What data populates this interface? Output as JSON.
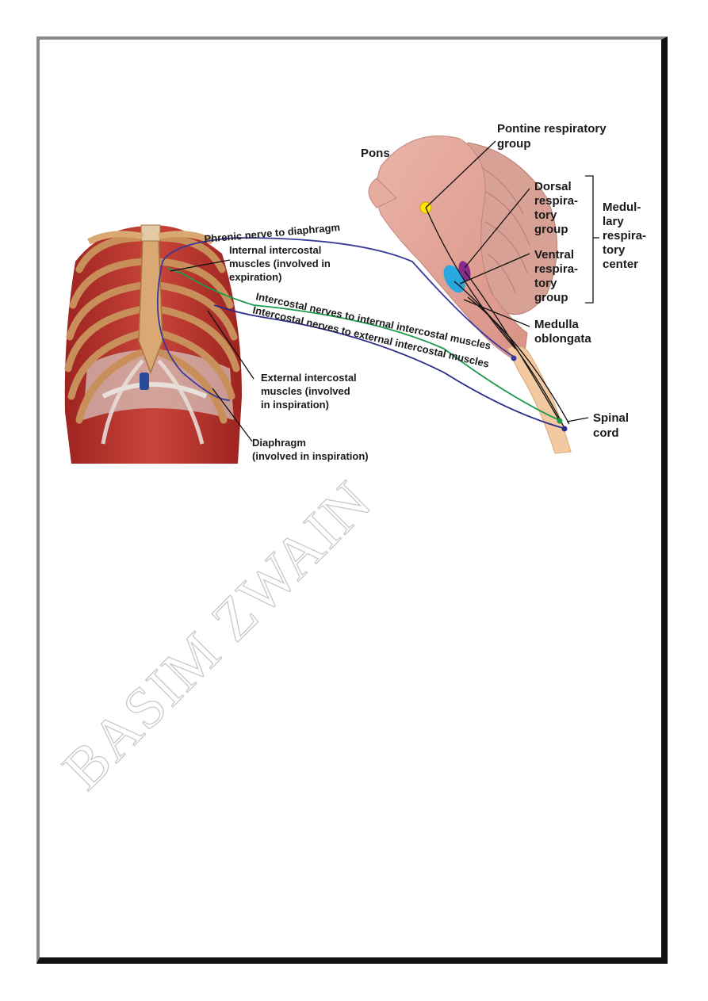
{
  "labels": {
    "pontine_1": "Pontine respiratory",
    "pontine_2": "group",
    "pons": "Pons",
    "dorsal_1": "Dorsal",
    "dorsal_2": "respira-",
    "dorsal_3": "tory",
    "dorsal_4": "group",
    "ventral_1": "Ventral",
    "ventral_2": "respira-",
    "ventral_3": "tory",
    "ventral_4": "group",
    "medullary_1": "Medul-",
    "medullary_2": "lary",
    "medullary_3": "respira-",
    "medullary_4": "tory",
    "medullary_5": "center",
    "medulla_1": "Medulla",
    "medulla_2": "oblongata",
    "spinal_1": "Spinal",
    "spinal_2": "cord",
    "phrenic": "Phrenic nerve to diaphragm",
    "internal_1": "Internal intercostal",
    "internal_2": "muscles (involved in",
    "internal_3": "expiration)",
    "nerves_internal": "Intercostal nerves to internal intercostal muscles",
    "nerves_external": "Intercostal nerves to external intercostal muscles",
    "external_1": "External intercostal",
    "external_2": "muscles (involved",
    "external_3": "in inspiration)",
    "diaphragm_1": "Diaphragm",
    "diaphragm_2": "(involved in inspiration)"
  },
  "watermark": "BASIM ZWAIN",
  "colors": {
    "brainstem": "#e8a89c",
    "spinal_cord": "#f2c9a0",
    "pontine_group": "#ffe600",
    "dorsal_group": "#8b2a8b",
    "ventral_group": "#29a8e0",
    "phrenic_nerve": "#3a3a9a",
    "internal_nerve": "#1a9a4a",
    "external_nerve": "#2a2a8a",
    "bone": "#d9a873",
    "muscle": "#b8322a"
  }
}
